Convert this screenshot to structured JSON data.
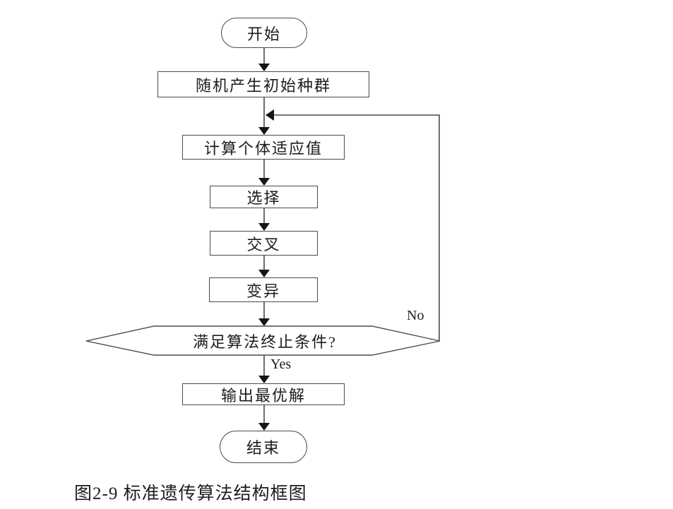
{
  "figure": {
    "caption": "图2-9 标准遗传算法结构框图",
    "nodes": [
      {
        "id": "start",
        "type": "terminator",
        "label": "开始"
      },
      {
        "id": "init",
        "type": "process",
        "label": "随机产生初始种群"
      },
      {
        "id": "fitness",
        "type": "process",
        "label": "计算个体适应值"
      },
      {
        "id": "selection",
        "type": "process",
        "label": "选择"
      },
      {
        "id": "crossover",
        "type": "process",
        "label": "交叉"
      },
      {
        "id": "mutation",
        "type": "process",
        "label": "变异"
      },
      {
        "id": "decision",
        "type": "decision",
        "label": "满足算法终止条件?"
      },
      {
        "id": "output",
        "type": "process",
        "label": "输出最优解"
      },
      {
        "id": "end",
        "type": "terminator",
        "label": "结束"
      }
    ],
    "edge_labels": {
      "no": "No",
      "yes": "Yes"
    }
  },
  "colors": {
    "line": "#4a4a4a",
    "arrow": "#151515",
    "text": "#1c1c1c",
    "background": "#ffffff"
  }
}
